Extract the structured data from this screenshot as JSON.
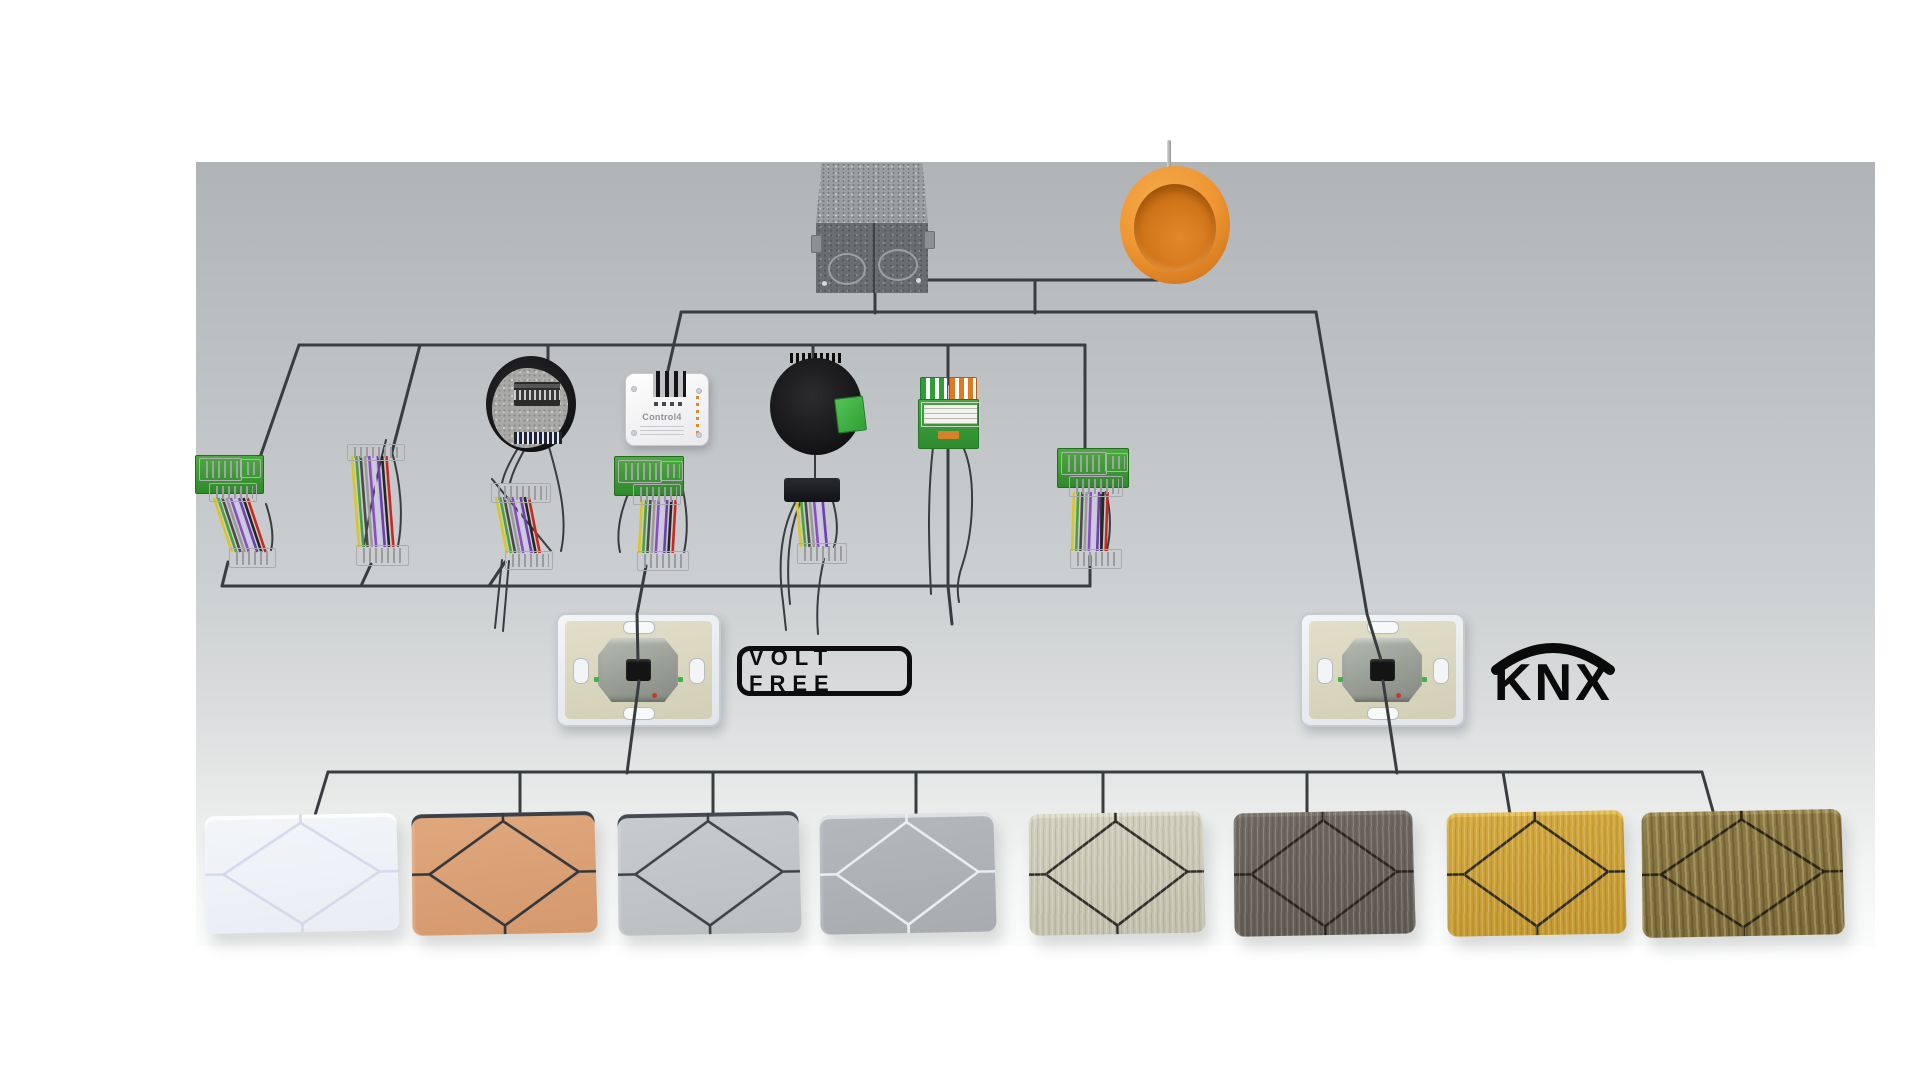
{
  "labels": {
    "volt_free": "VOLT FREE",
    "knx": "KNX",
    "control4": "Control4"
  },
  "colors": {
    "wire": "#3a3d40",
    "accent_red": "#c8281e",
    "accent_orange": "#d97b28",
    "accent_pink": "#c06ec2",
    "accent_grey": "#8f9294",
    "backbox_orange": "#ec8f2e",
    "pcb_green": "#3f9e37",
    "led_orange": "#e08a28"
  },
  "ribbon_palette": [
    "#d9c629",
    "#49a33a",
    "#4a4a4a",
    "#9a9a9a",
    "#8a4ec2",
    "#cfc8ea",
    "#6d3fb0",
    "#262626",
    "#c8281e"
  ],
  "parts": {
    "steel_back_box": "steel-back-box",
    "cavity_back_box": "orange-cavity-back-box",
    "wire_harnesses": "ribbon-wire-harness",
    "rotary_module": "round-module-metal-face",
    "control4_module": "control4-interface-module",
    "puck_module": "round-module-green-terminal",
    "knx_terminal_module": "knx-terminal-module",
    "volt_free_mount": "volt-free-mounting-plate",
    "knx_mount": "knx-mounting-plate"
  },
  "faceplates": [
    {
      "name": "white",
      "fill": "#f3f5f9",
      "fill2": "#e9edf4",
      "line": "#d5dae9",
      "edge": "#fdfdff",
      "texture": "none"
    },
    {
      "name": "copper",
      "fill": "#e0a87e",
      "fill2": "#d4996c",
      "line": "#33373c",
      "edge": "#3c4147",
      "texture": "none"
    },
    {
      "name": "silver-grey",
      "fill": "#c8cbce",
      "fill2": "#bbbfc2",
      "line": "#3c4247",
      "edge": "#464b51",
      "texture": "none"
    },
    {
      "name": "grey-white-lines",
      "fill": "#b4b8bc",
      "fill2": "#a8acb0",
      "line": "#e9eff3",
      "edge": "#dde1e5",
      "texture": "none"
    },
    {
      "name": "brushed-nickel",
      "fill": "#d1cfbd",
      "fill2": "#c2c0ac",
      "line": "#2e2e28",
      "edge": "#dfddcc",
      "texture": "brush-light"
    },
    {
      "name": "dark-bronze",
      "fill": "#6f6961",
      "fill2": "#605a52",
      "line": "#29251f",
      "edge": "#7d776d",
      "texture": "brush-dark"
    },
    {
      "name": "brass-gold",
      "fill": "#d4a93e",
      "fill2": "#c2972e",
      "line": "#2e2a1e",
      "edge": "#e5be58",
      "texture": "brush-gold"
    },
    {
      "name": "antique-bronze",
      "fill": "#8e7c47",
      "fill2": "#7b6b3a",
      "line": "#2b2416",
      "edge": "#a08e57",
      "texture": "brush-antique"
    }
  ]
}
